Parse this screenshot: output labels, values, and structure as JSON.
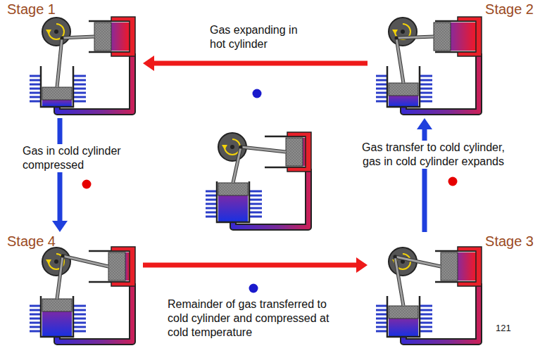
{
  "diagram": {
    "nodes": [
      {
        "text": [
          "Stage 1"
        ]
      },
      {
        "text": [
          "Stage 2"
        ]
      },
      {
        "text": [
          "Stage 4"
        ]
      },
      {
        "text": [
          "Stage 3"
        ]
      }
    ],
    "edges": [
      {
        "from": 1,
        "to": 0,
        "arrow": "to",
        "label": "Gas expanding in hot cylinder"
      },
      {
        "from": 0,
        "to": 2,
        "arrow": "to",
        "label": "Gas in cold cylinder compressed"
      },
      {
        "from": 3,
        "to": 1,
        "arrow": "to",
        "label": "Gas transfer to cold cylinder, gas in cold cylinder expands"
      },
      {
        "from": 2,
        "to": 3,
        "arrow": "to",
        "label": "Remainder of gas transferred to cold cylinder and compressed at cold temperature"
      }
    ],
    "labels": [
      "121"
    ]
  }
}
